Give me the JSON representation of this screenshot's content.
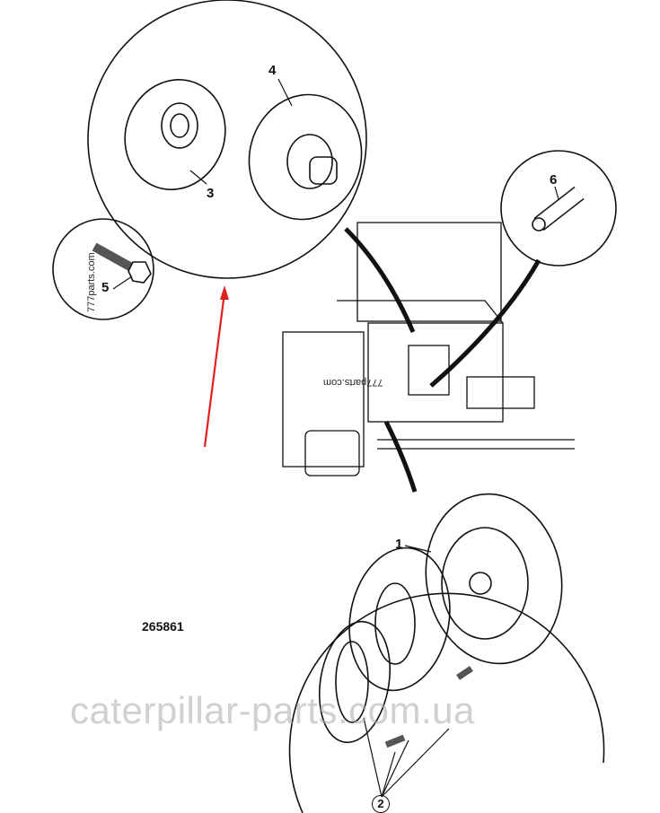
{
  "diagram": {
    "drawing_number": "265861",
    "callouts": {
      "c1": "1",
      "c2": "2",
      "c3": "3",
      "c4": "4",
      "c5": "5",
      "c6": "6"
    },
    "watermarks": {
      "site_small": "777parts.com",
      "site_large": "caterpillar-parts.com.ua"
    },
    "colors": {
      "line": "#111111",
      "arrow": "#e02020"
    }
  }
}
